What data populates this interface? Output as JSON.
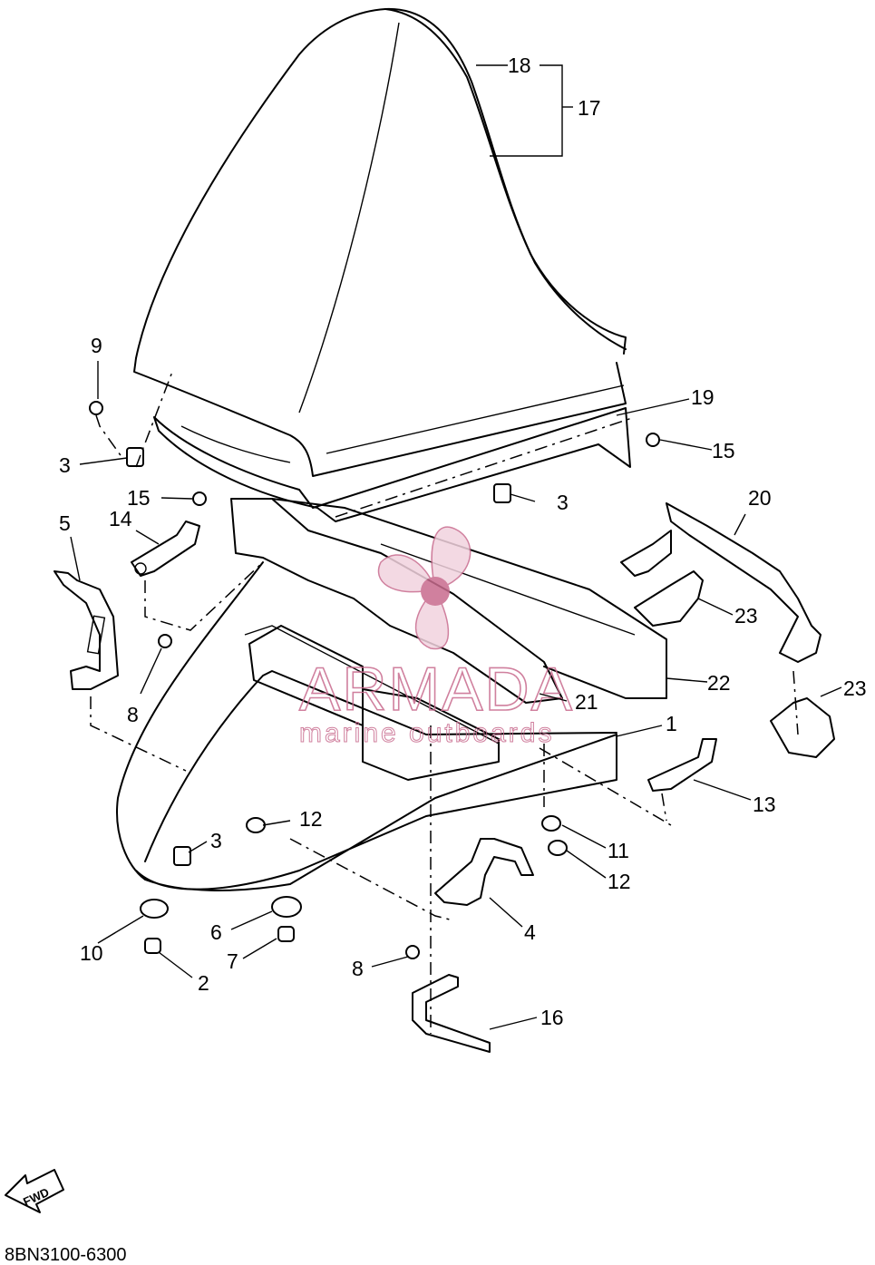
{
  "diagram": {
    "callouts": [
      "1",
      "2",
      "3",
      "3",
      "3",
      "4",
      "5",
      "6",
      "7",
      "8",
      "8",
      "9",
      "10",
      "11",
      "12",
      "12",
      "13",
      "14",
      "15",
      "15",
      "16",
      "17",
      "18",
      "19",
      "20",
      "21",
      "22",
      "23",
      "23"
    ],
    "code": "8BN3100-6300",
    "fwd_label": "FWD",
    "watermark": {
      "title": "ARMADA",
      "subtitle": "marine outboards",
      "color": "#c86b8e"
    }
  }
}
